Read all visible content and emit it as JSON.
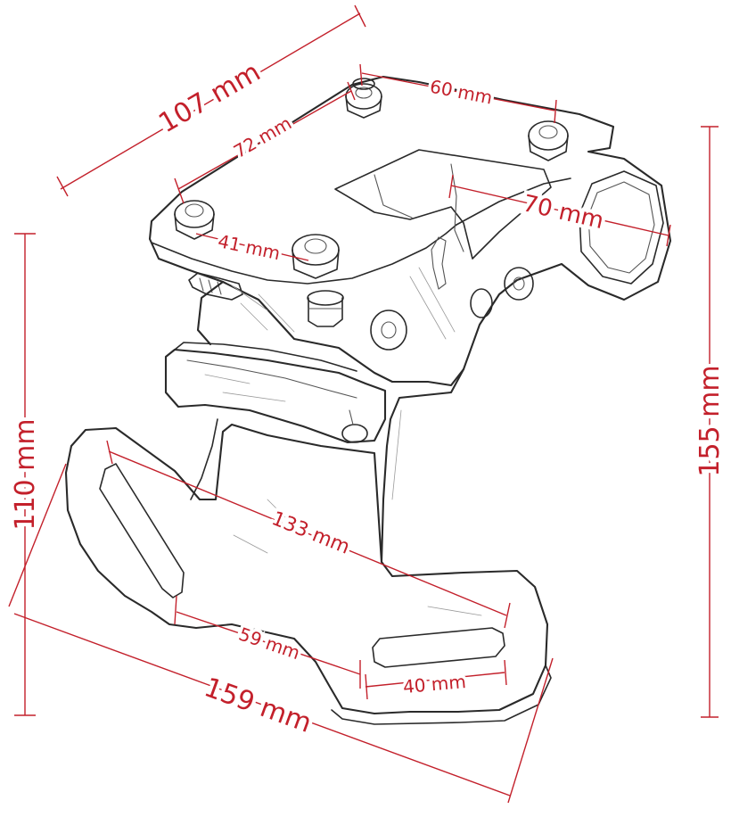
{
  "colors": {
    "dimension": "#c3202b",
    "sketch": "#2a2a2a",
    "background": "#ffffff"
  },
  "dimensions": {
    "top_width": "107 mm",
    "bolt_spacing_left": "72 mm",
    "bolt_spacing_top": "60 mm",
    "slot_width": "70 mm",
    "bolt_spacing_front": "41 mm",
    "plate_height": "110 mm",
    "overall_height": "155 mm",
    "slot_spacing": "133 mm",
    "lower_offset": "59 mm",
    "slot_length": "40 mm",
    "overall_width": "159 mm"
  }
}
